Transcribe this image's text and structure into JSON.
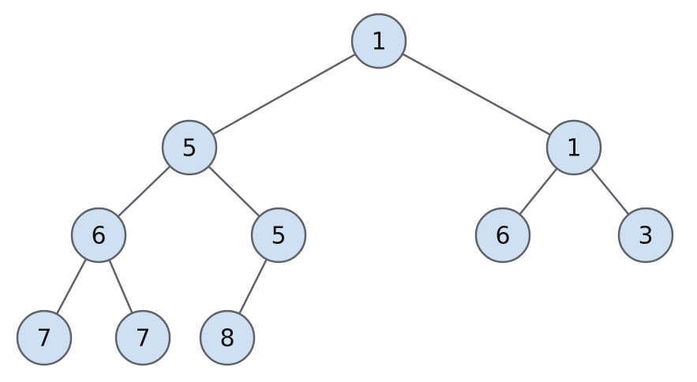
{
  "tree": {
    "nodes": [
      {
        "id": "n1",
        "value": "1"
      },
      {
        "id": "n2",
        "value": "5"
      },
      {
        "id": "n3",
        "value": "1"
      },
      {
        "id": "n4",
        "value": "6"
      },
      {
        "id": "n5",
        "value": "5"
      },
      {
        "id": "n6",
        "value": "6"
      },
      {
        "id": "n7",
        "value": "3"
      },
      {
        "id": "n8",
        "value": "7"
      },
      {
        "id": "n9",
        "value": "7"
      },
      {
        "id": "n10",
        "value": "8"
      }
    ],
    "edges": [
      {
        "from": "n1",
        "to": "n2"
      },
      {
        "from": "n1",
        "to": "n3"
      },
      {
        "from": "n2",
        "to": "n4"
      },
      {
        "from": "n2",
        "to": "n5"
      },
      {
        "from": "n3",
        "to": "n6"
      },
      {
        "from": "n3",
        "to": "n7"
      },
      {
        "from": "n4",
        "to": "n8"
      },
      {
        "from": "n4",
        "to": "n9"
      },
      {
        "from": "n5",
        "to": "n10"
      }
    ]
  },
  "colors": {
    "node_fill": "#cfe0f2",
    "node_stroke": "#5f6368",
    "edge": "#5f6368",
    "text": "#111111"
  }
}
